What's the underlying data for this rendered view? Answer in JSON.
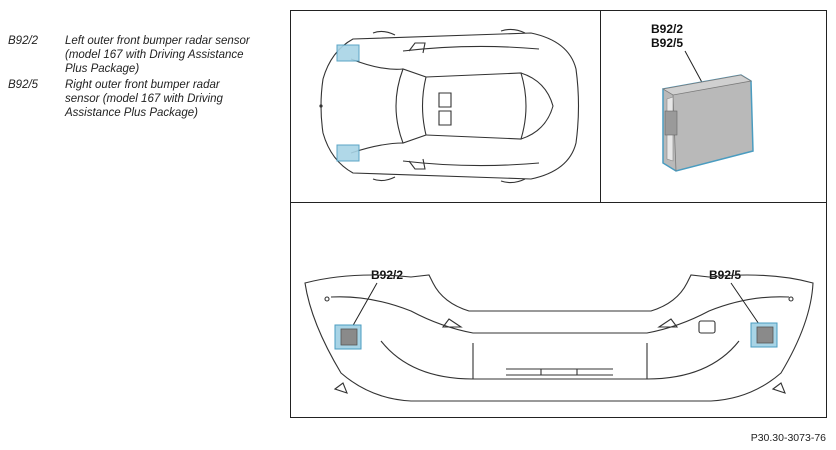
{
  "legend": [
    {
      "code": "B92/2",
      "text": "Left outer front bumper radar sensor (model 167 with Driving Assistance Plus Package)"
    },
    {
      "code": "B92/5",
      "text": "Right outer front bumper radar sensor (model 167 with Driving Assistance Plus Package)"
    }
  ],
  "callouts": {
    "sensor_top": "B92/2",
    "sensor_bottom": "B92/5",
    "bumper_left": "B92/2",
    "bumper_right": "B92/5"
  },
  "figure_id": "P30.30-3073-76",
  "colors": {
    "highlight": "#a8d4e6",
    "highlight_stroke": "#4a9cc0",
    "sensor_body": "#b9b9b9"
  }
}
